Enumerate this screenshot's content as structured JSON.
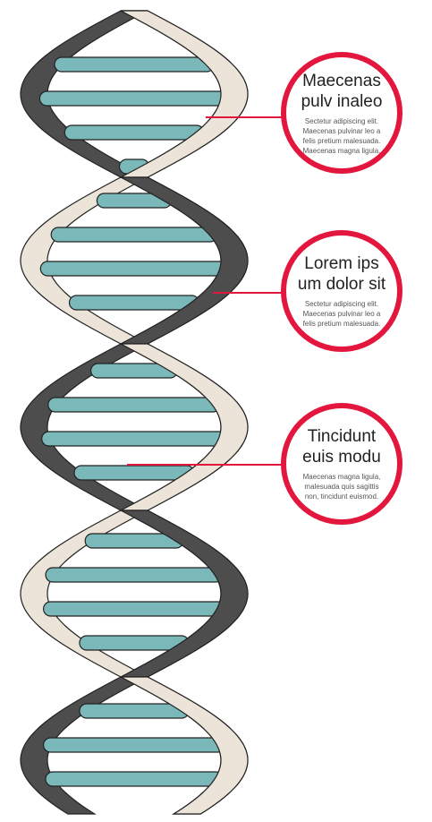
{
  "callouts": [
    {
      "title_line1": "Maecenas",
      "title_line2": "pulv inaleo",
      "body_lines": [
        "Sectetur adipiscing elit.",
        "Maecenas pulvinar leo a",
        "felis pretium malesuada.",
        "Maecenas magna ligula."
      ]
    },
    {
      "title_line1": "Lorem ips",
      "title_line2": "um dolor sit",
      "body_lines": [
        "Sectetur adipiscing elit.",
        "Maecenas pulvinar leo a",
        "felis pretium malesuada."
      ]
    },
    {
      "title_line1": "Tincidunt",
      "title_line2": "euis modu",
      "body_lines": [
        "Maecenas magna ligula,",
        "malesuada quis sagittis",
        "non, tincidunt euismod."
      ]
    }
  ],
  "colors": {
    "dark_strand": "#4d4d4d",
    "light_strand": "#ece4d8",
    "base_pair": "#7bb8b9",
    "accent": "#e3173e"
  }
}
